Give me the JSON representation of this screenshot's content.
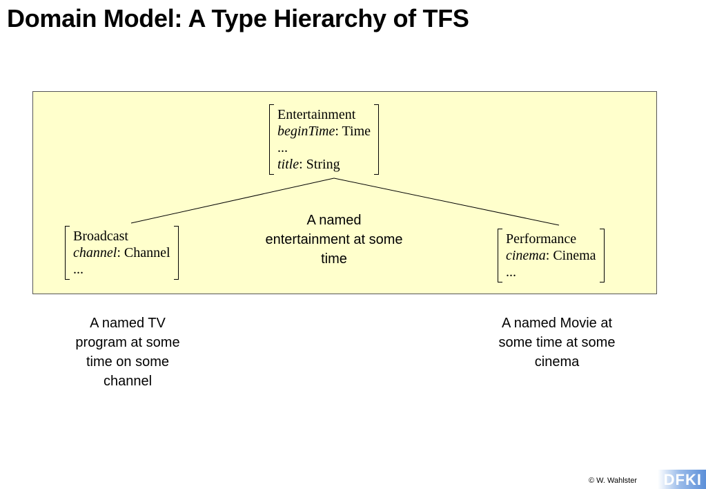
{
  "title": "Domain Model: A Type Hierarchy of TFS",
  "root": {
    "type": "Entertainment",
    "features": [
      {
        "name": "beginTime",
        "value": "Time"
      },
      {
        "name": "",
        "value": "..."
      },
      {
        "name": "title",
        "value": "String"
      }
    ],
    "caption": "A named entertainment at some time"
  },
  "left": {
    "type": "Broadcast",
    "features": [
      {
        "name": "channel",
        "value": "Channel"
      },
      {
        "name": "",
        "value": "..."
      }
    ],
    "caption": "A named TV program at some time on some channel"
  },
  "right": {
    "type": "Performance",
    "features": [
      {
        "name": "cinema",
        "value": "Cinema"
      },
      {
        "name": "",
        "value": "..."
      }
    ],
    "caption": "A named Movie at some time at some cinema"
  },
  "footer": "© W. Wahlster",
  "logo": "DFKI"
}
